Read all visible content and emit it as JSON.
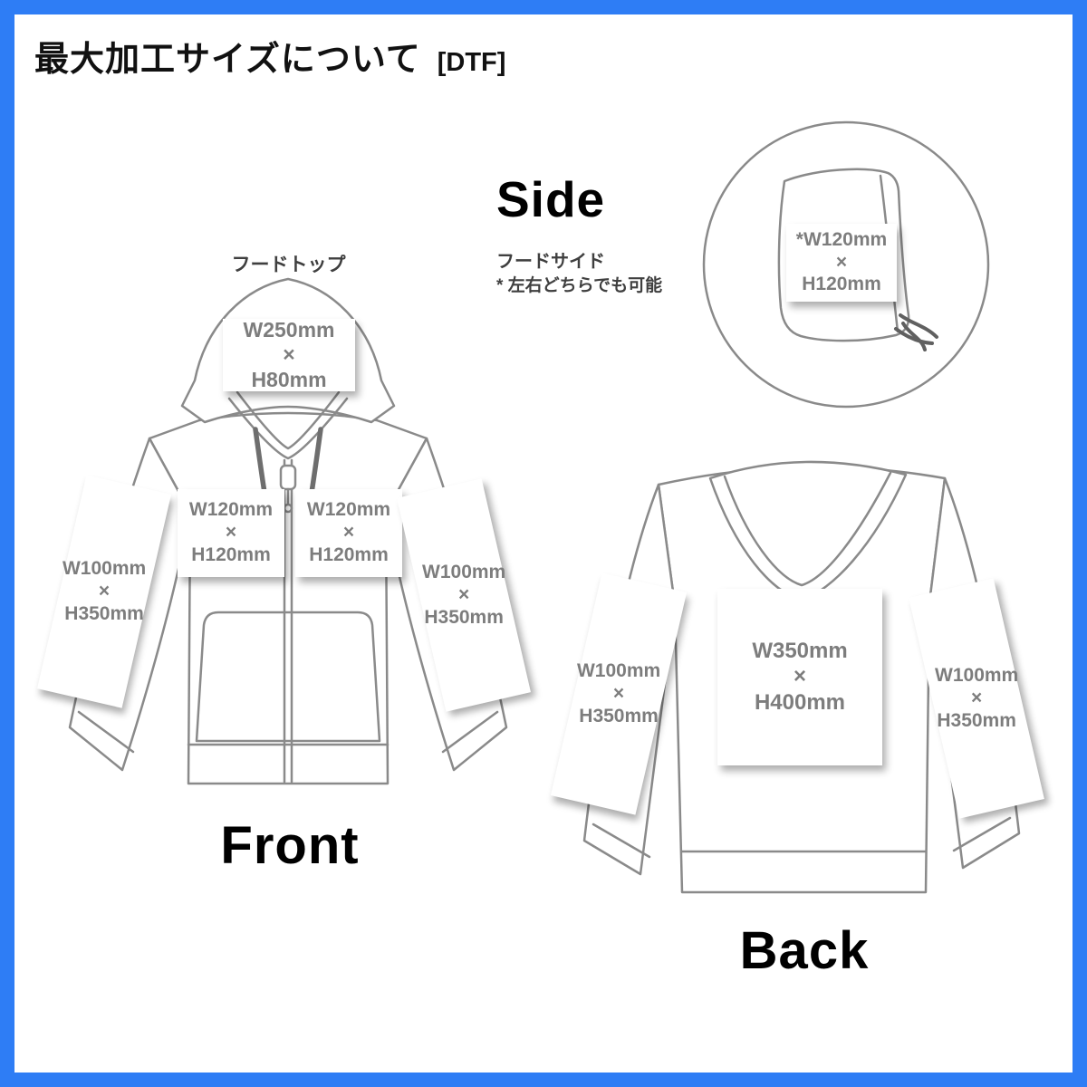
{
  "page": {
    "title": "最大加工サイズについて",
    "title_tag": "[DTF]"
  },
  "front": {
    "heading": "Front",
    "hood_caption": "フードトップ",
    "hood_box": {
      "w": "W250mm",
      "x": "×",
      "h": "H80mm"
    },
    "chest_left_box": {
      "w": "W120mm",
      "x": "×",
      "h": "H120mm"
    },
    "chest_right_box": {
      "w": "W120mm",
      "x": "×",
      "h": "H120mm"
    },
    "sleeve_left_box": {
      "w": "W100mm",
      "x": "×",
      "h": "H350mm"
    },
    "sleeve_right_box": {
      "w": "W100mm",
      "x": "×",
      "h": "H350mm"
    }
  },
  "side": {
    "heading": "Side",
    "caption_line1": "フードサイド",
    "caption_line2": "* 左右どちらでも可能",
    "hood_box": {
      "w": "*W120mm",
      "x": "×",
      "h": "H120mm"
    }
  },
  "back": {
    "heading": "Back",
    "center_box": {
      "w": "W350mm",
      "x": "×",
      "h": "H400mm"
    },
    "sleeve_left_box": {
      "w": "W100mm",
      "x": "×",
      "h": "H350mm"
    },
    "sleeve_right_box": {
      "w": "W100mm",
      "x": "×",
      "h": "H350mm"
    }
  },
  "colors": {
    "frame_blue": "#2e7df5",
    "line_gray": "#8a8a8a",
    "box_text_gray": "#7d7d7d"
  }
}
